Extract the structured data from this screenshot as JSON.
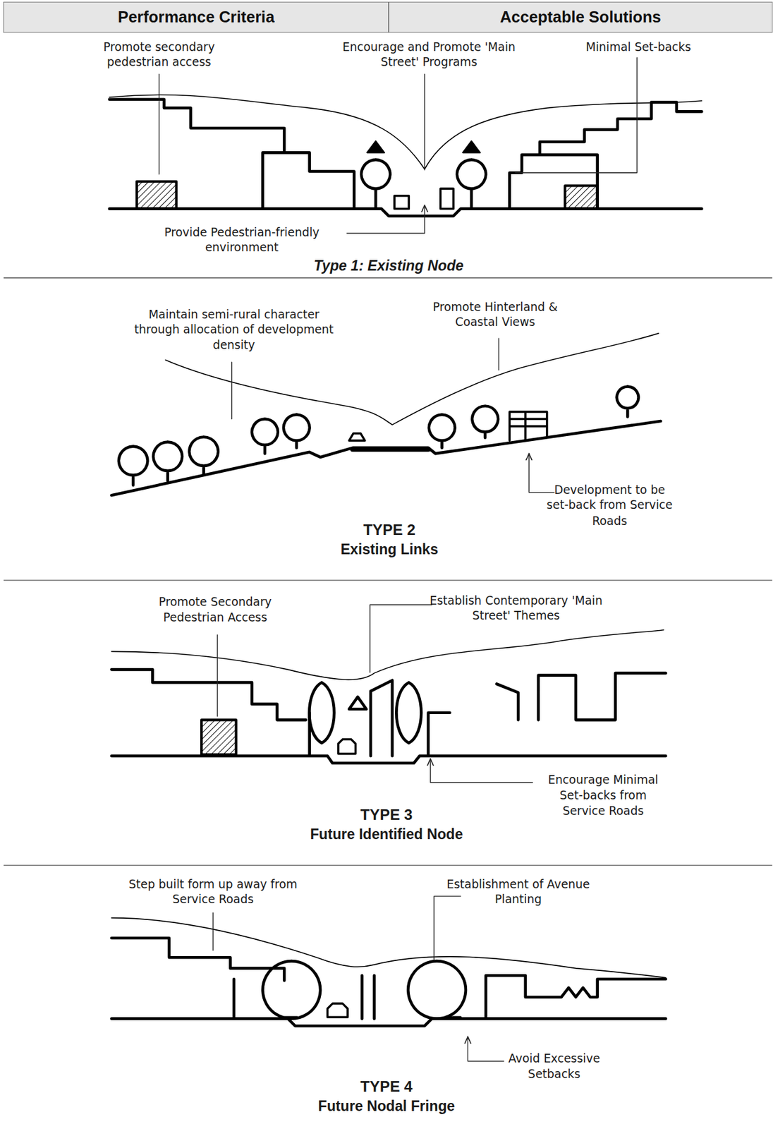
{
  "diagram": {
    "nodes": [
      {
        "text": [
          "Performance Criteria"
        ]
      },
      {
        "text": [
          "Acceptable Solutions"
        ]
      }
    ],
    "labels": [
      "Promote secondary pedestrian access",
      "Encourage and Promote 'Main Street' Programs",
      "Minimal Set-backs",
      "Provide Pedestrian-friendly environment",
      "Type 1: Existing Node",
      "Maintain semi-rural character through allocation of development density",
      "Promote Hinterland & Coastal Views",
      "Development to be set-back from Service Roads",
      "TYPE 2",
      "Existing Links",
      "Promote Secondary Pedestrian Access",
      "Establish Contemporary 'Main Street' Themes",
      "Encourage Minimal Set-backs from Service Roads",
      "TYPE 3",
      "Future Identified Node",
      "Step built form up away from Service Roads",
      "Establishment of Avenue Planting",
      "Avoid Excessive Setbacks",
      "TYPE 4",
      "Future Nodal Fringe"
    ]
  }
}
